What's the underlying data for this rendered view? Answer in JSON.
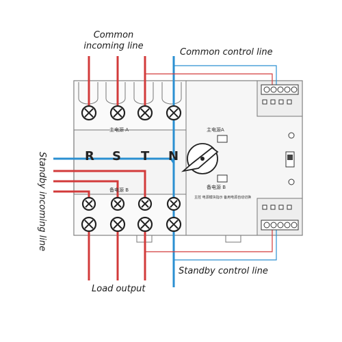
{
  "labels": {
    "common_incoming": [
      "Common",
      "incoming line"
    ],
    "common_control": "Common control line",
    "standby_incoming": "Standby incoming line",
    "standby_control": "Standby control line",
    "load_output": "Load output"
  },
  "device": {
    "phases": [
      "R",
      "S",
      "T",
      "N"
    ],
    "top_row_label": "主电源 A",
    "bottom_row_label": "备电源 B",
    "panel_label_top": "主电源A",
    "panel_label_bottom": "备电源 B",
    "tiny_text": "主控  电源模块指示  备用电源自动切换"
  },
  "colors": {
    "live": "#d23a3a",
    "neutral": "#2a8fd1",
    "body": "#f4f4f4",
    "outline": "#777777"
  }
}
